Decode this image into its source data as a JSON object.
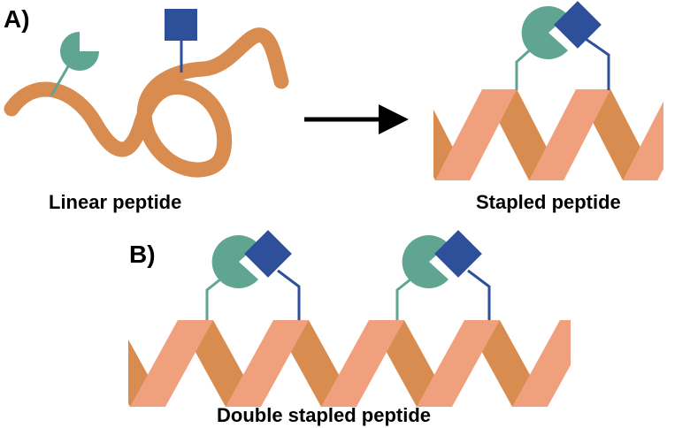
{
  "panels": {
    "a": {
      "letter": "A)",
      "linear_label": "Linear peptide",
      "stapled_label": "Stapled peptide"
    },
    "b": {
      "letter": "B)",
      "double_label": "Double stapled peptide"
    }
  },
  "colors": {
    "backbone": "#d98c50",
    "helix_front": "#f0a07c",
    "helix_back": "#d98c50",
    "teal_group": "#5fa592",
    "teal_linker": "#5fa592",
    "blue_group": "#2e4f9a",
    "blue_linker": "#2e4f9a",
    "arrow": "#000000"
  },
  "icons": {
    "teal_group_shape": "pacman",
    "blue_group_shape": "square"
  }
}
